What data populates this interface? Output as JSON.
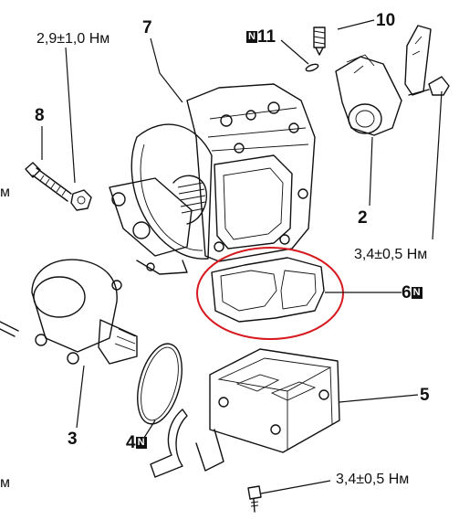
{
  "labels": {
    "part_2": "2",
    "part_3": "3",
    "part_4": "4",
    "part_5": "5",
    "part_6": "6",
    "part_7": "7",
    "part_8": "8",
    "part_10": "10",
    "part_11": "11",
    "badge_n": "N"
  },
  "torque": {
    "t1": "2,9±1,0 Нм",
    "t2": "3,4±0,5 Нм",
    "t3": "3,4±0,5 Нм",
    "edge_left_1": "м",
    "edge_left_2": "м"
  },
  "colors": {
    "line": "#111111",
    "highlight": "#d71920",
    "background": "#ffffff"
  }
}
